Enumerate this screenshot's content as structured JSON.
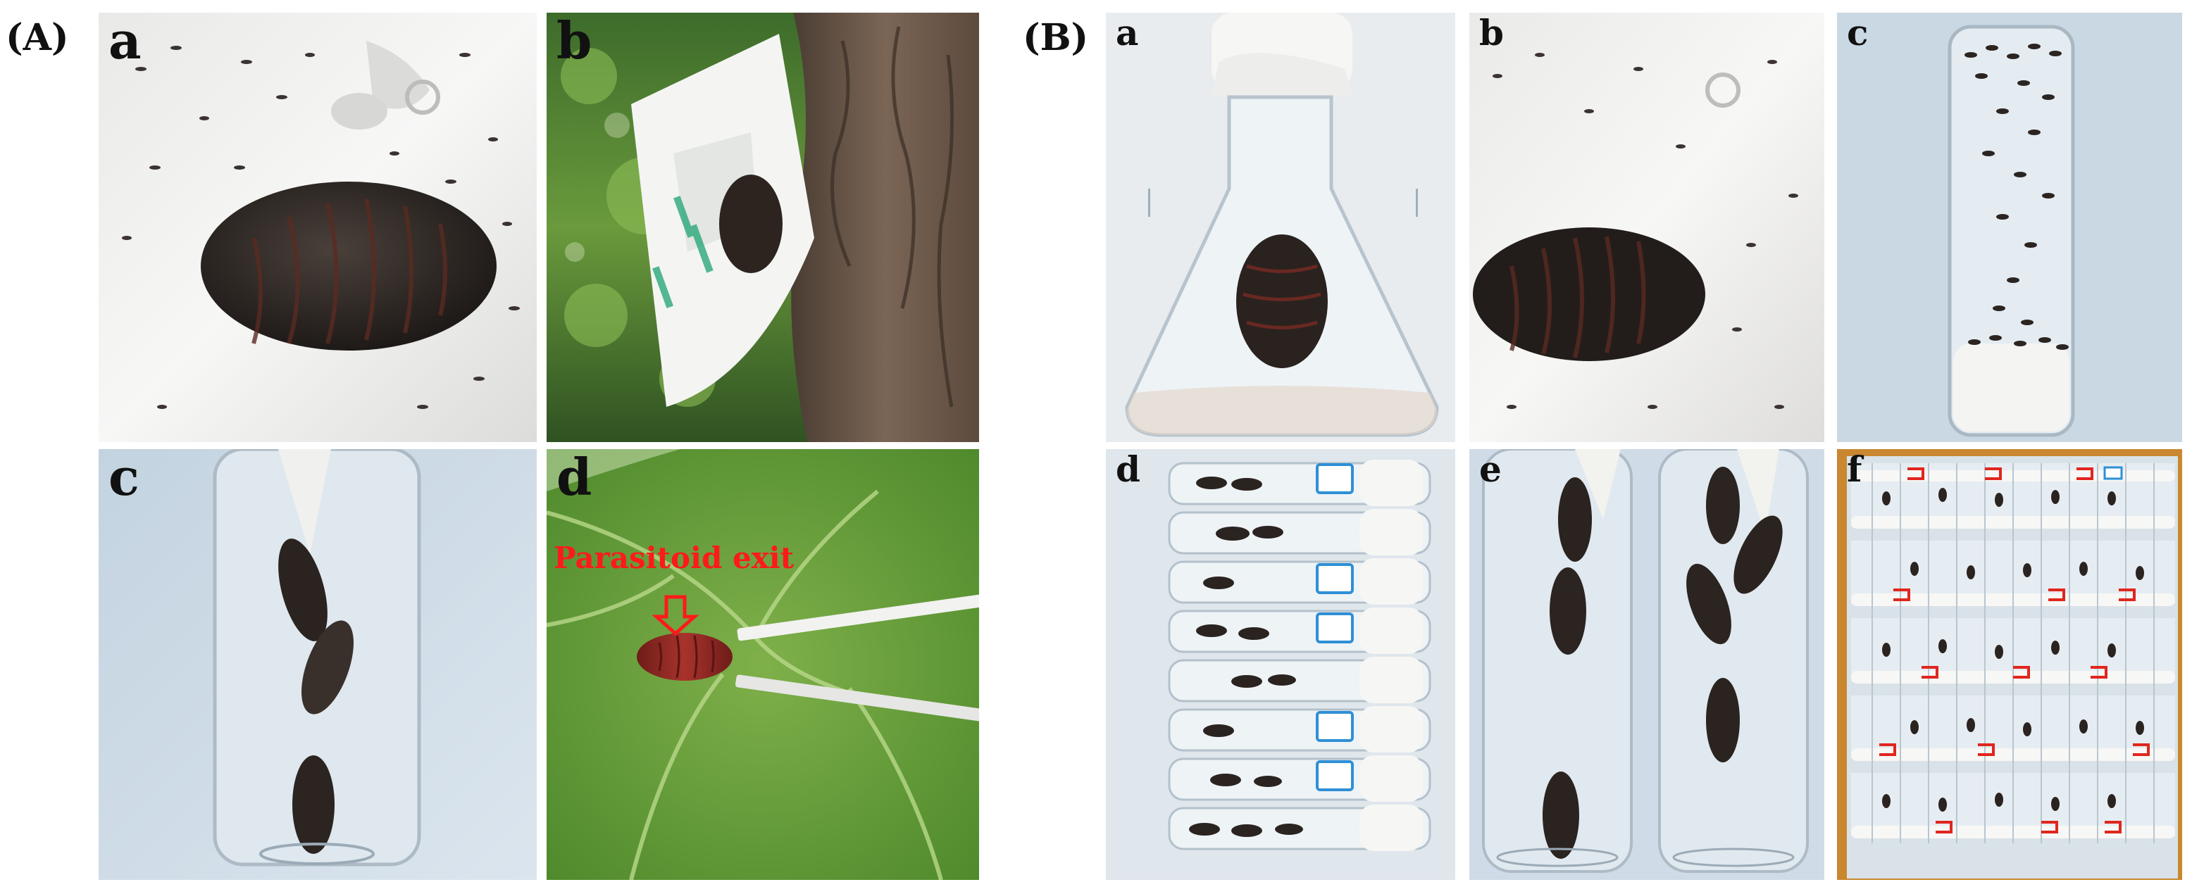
{
  "figure": {
    "panel_A_label": "(A)",
    "panel_B_label": "(B)",
    "panel_A": {
      "a": "a",
      "b": "b",
      "c": "c",
      "d": "d",
      "annotation": "Parasitoid exit"
    },
    "panel_B": {
      "a": "a",
      "b": "b",
      "c": "c",
      "d": "d",
      "e": "e",
      "f": "f"
    },
    "colors": {
      "leaf_green": "#5f9e36",
      "bark_brown": "#6e5a4a",
      "pupa_dark": "#2a2421",
      "pupa_red": "#8a2420",
      "glass_blue": "#cbd9e6",
      "cotton_white": "#f3f3f1",
      "arrow_red": "#ff1a1a"
    }
  }
}
